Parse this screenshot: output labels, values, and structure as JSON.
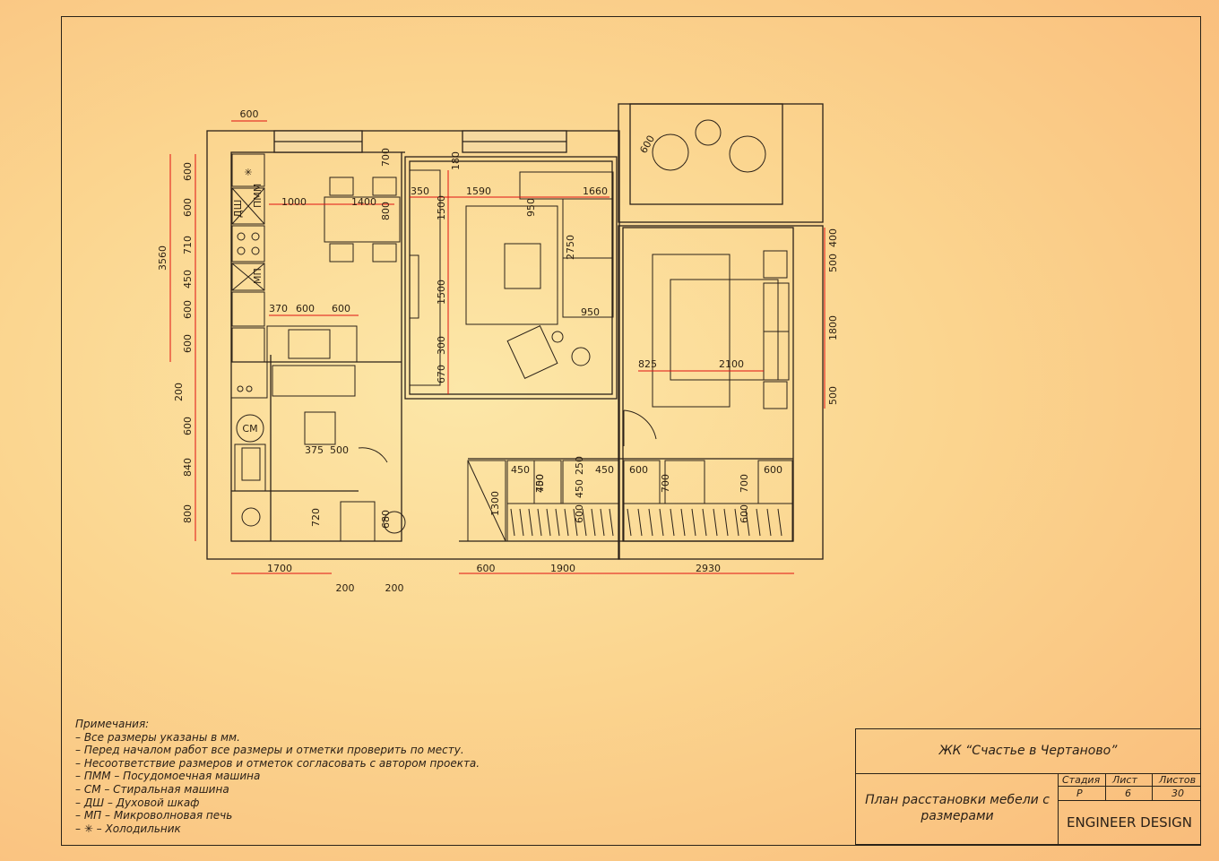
{
  "notes": {
    "heading": "Примечания:",
    "lines": [
      "– Все размеры указаны в мм.",
      "– Перед началом работ все размеры и отметки проверить по месту.",
      "– Несоответствие размеров и отметок согласовать с автором проекта.",
      "– ПММ – Посудомоечная машина",
      "– СМ – Стиральная машина",
      "– ДШ – Духовой шкаф",
      "– МП – Микроволновая печь",
      "– ✳ – Холодильник"
    ]
  },
  "stamp": {
    "project": "ЖК “Счастье в Чертаново”",
    "sheet_title": "План расстановки мебели с размерами",
    "stage_label": "Стадия",
    "sheet_label": "Лист",
    "sheets_label": "Листов",
    "stage": "Р",
    "sheet": "6",
    "sheets": "30",
    "company": "ENGINEER DESIGN"
  },
  "plan": {
    "appliance_labels": {
      "dishwasher": "ПММ",
      "oven": "ДШ",
      "microwave": "МП",
      "washer": "СМ",
      "fridge_symbol": "✳"
    },
    "dims_top": [
      "600",
      "1000",
      "1400",
      "700",
      "800",
      "370",
      "600",
      "600",
      "180",
      "350",
      "1590",
      "1660",
      "950",
      "2750",
      "950",
      "600"
    ],
    "dims_left": [
      "600",
      "600",
      "710",
      "450",
      "600",
      "600",
      "3560",
      "200",
      "600",
      "840",
      "800"
    ],
    "dims_bottom": [
      "1700",
      "200",
      "200",
      "600",
      "1900",
      "2930"
    ],
    "dims_inner": [
      "1500",
      "1500",
      "300",
      "670",
      "375",
      "500",
      "720",
      "680",
      "1300",
      "450",
      "450",
      "250",
      "450",
      "600",
      "450",
      "600",
      "700",
      "700",
      "700",
      "600",
      "600",
      "825",
      "2100"
    ],
    "dims_right": [
      "400",
      "500",
      "1800",
      "500"
    ]
  },
  "colors": {
    "line": "#2b2118",
    "dimension": "#e01010",
    "background": "#fbd58f"
  }
}
